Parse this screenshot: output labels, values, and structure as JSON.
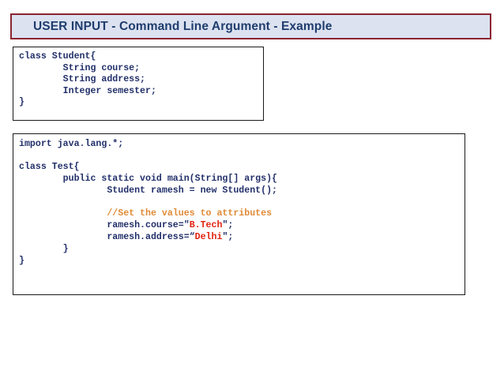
{
  "slide": {
    "title": "USER INPUT - Command Line Argument - Example",
    "title_bg": "#dce2f0",
    "title_border": "#8a2430",
    "title_color": "#1f3d6e",
    "background": "#ffffff"
  },
  "colors": {
    "code_text": "#22306a",
    "comment": "#e08a37",
    "string_literal": "#e22310",
    "box_border": "#1a1a1a"
  },
  "code_boxes": [
    {
      "name": "student-class",
      "lines": [
        {
          "segments": [
            {
              "text": "class Student{",
              "style": "plain"
            }
          ]
        },
        {
          "segments": [
            {
              "text": "        String course;",
              "style": "plain"
            }
          ]
        },
        {
          "segments": [
            {
              "text": "        String address;",
              "style": "plain"
            }
          ]
        },
        {
          "segments": [
            {
              "text": "        Integer semester;",
              "style": "plain"
            }
          ]
        },
        {
          "segments": [
            {
              "text": "}",
              "style": "plain"
            }
          ]
        }
      ]
    },
    {
      "name": "test-class",
      "lines": [
        {
          "segments": [
            {
              "text": "import java.lang.*;",
              "style": "plain"
            }
          ]
        },
        {
          "segments": [
            {
              "text": "",
              "style": "plain"
            }
          ]
        },
        {
          "segments": [
            {
              "text": "class Test{",
              "style": "plain"
            }
          ]
        },
        {
          "segments": [
            {
              "text": "        public static void main(String[] args){",
              "style": "plain"
            }
          ]
        },
        {
          "segments": [
            {
              "text": "                Student ramesh = new Student();",
              "style": "plain"
            }
          ]
        },
        {
          "segments": [
            {
              "text": "",
              "style": "plain"
            }
          ]
        },
        {
          "segments": [
            {
              "text": "                //Set the values to attributes",
              "style": "comment"
            }
          ]
        },
        {
          "segments": [
            {
              "text": "                ramesh.course=\"",
              "style": "plain"
            },
            {
              "text": "B.Tech",
              "style": "string"
            },
            {
              "text": "\";",
              "style": "plain"
            }
          ]
        },
        {
          "segments": [
            {
              "text": "                ramesh.address=“",
              "style": "plain"
            },
            {
              "text": "Delhi",
              "style": "string"
            },
            {
              "text": "\";",
              "style": "plain"
            }
          ]
        },
        {
          "segments": [
            {
              "text": "        }",
              "style": "plain"
            }
          ]
        },
        {
          "segments": [
            {
              "text": "}",
              "style": "plain"
            }
          ]
        }
      ]
    }
  ]
}
